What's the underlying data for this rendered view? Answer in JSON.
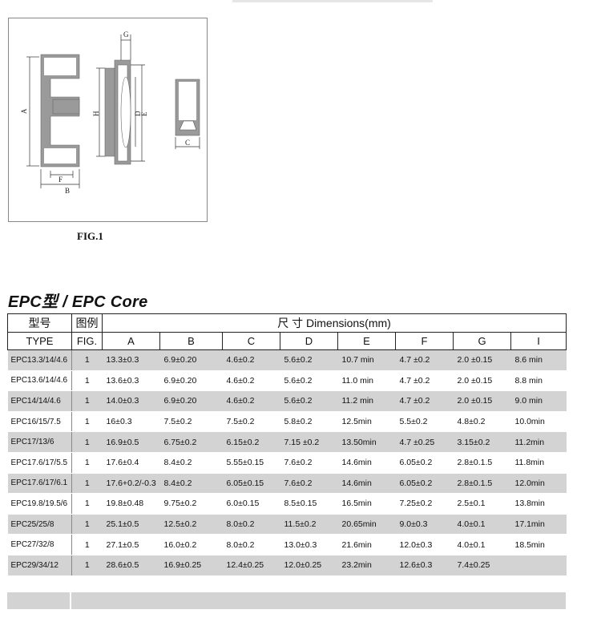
{
  "figure": {
    "caption": "FIG.1",
    "labels": {
      "a": "A",
      "b": "B",
      "c": "C",
      "d": "D",
      "e": "E",
      "f": "F",
      "g": "G",
      "h": "H"
    }
  },
  "section_title": "EPC型 / EPC Core",
  "table": {
    "header": {
      "type_cn": "型号",
      "type_en": "TYPE",
      "fig_cn": "图例",
      "fig_en": "FIG.",
      "dimensions": "尺 寸 Dimensions(mm)",
      "cols": [
        "A",
        "B",
        "C",
        "D",
        "E",
        "F",
        "G",
        "I"
      ]
    },
    "rows": [
      {
        "type": "EPC13.3/14/4.6",
        "fig": "1",
        "vals": [
          "13.3±0.3",
          "6.9±0.20",
          "4.6±0.2",
          "5.6±0.2",
          "10.7  min",
          "4.7 ±0.2",
          "2.0 ±0.15",
          "8.6 min"
        ]
      },
      {
        "type": "EPC13.6/14/4.6",
        "fig": "1",
        "vals": [
          "13.6±0.3",
          "6.9±0.20",
          "4.6±0.2",
          "5.6±0.2",
          "11.0  min",
          "4.7 ±0.2",
          "2.0 ±0.15",
          "8.8 min"
        ]
      },
      {
        "type": "EPC14/14/4.6",
        "fig": "1",
        "vals": [
          "14.0±0.3",
          "6.9±0.20",
          "4.6±0.2",
          "5.6±0.2",
          "11.2  min",
          "4.7 ±0.2",
          "2.0 ±0.15",
          "9.0 min"
        ]
      },
      {
        "type": "EPC16/15/7.5",
        "fig": "1",
        "vals": [
          "16±0.3",
          "7.5±0.2",
          "7.5±0.2",
          "5.8±0.2",
          "12.5min",
          "5.5±0.2",
          "4.8±0.2",
          "10.0min"
        ]
      },
      {
        "type": "EPC17/13/6",
        "fig": "1",
        "vals": [
          "16.9±0.5",
          "6.75±0.2",
          "6.15±0.2",
          "7.15 ±0.2",
          "13.50min",
          "4.7 ±0.25",
          "3.15±0.2",
          "11.2min"
        ]
      },
      {
        "type": "EPC17.6/17/5.5",
        "fig": "1",
        "vals": [
          "17.6±0.4",
          "8.4±0.2",
          "5.55±0.15",
          "7.6±0.2",
          "14.6min",
          "6.05±0.2",
          "2.8±0.1.5",
          "11.8min"
        ]
      },
      {
        "type": "EPC17.6/17/6.1",
        "fig": "1",
        "vals": [
          "17.6+0.2/-0.3",
          "8.4±0.2",
          "6.05±0.15",
          "7.6±0.2",
          "14.6min",
          "6.05±0.2",
          "2.8±0.1.5",
          "12.0min"
        ]
      },
      {
        "type": "EPC19.8/19.5/6",
        "fig": "1",
        "vals": [
          "19.8±0.48",
          "9.75±0.2",
          "6.0±0.15",
          "8.5±0.15",
          "16.5min",
          "7.25±0.2",
          "2.5±0.1",
          "13.8min"
        ]
      },
      {
        "type": "EPC25/25/8",
        "fig": "1",
        "vals": [
          "25.1±0.5",
          "12.5±0.2",
          "8.0±0.2",
          "11.5±0.2",
          "20.65min",
          "9.0±0.3",
          "4.0±0.1",
          "17.1min"
        ]
      },
      {
        "type": "EPC27/32/8",
        "fig": "1",
        "vals": [
          "27.1±0.5",
          "16.0±0.2",
          "8.0±0.2",
          "13.0±0.3",
          "21.6min",
          "12.0±0.3",
          "4.0±0.1",
          "18.5min"
        ]
      },
      {
        "type": "EPC29/34/12",
        "fig": "1",
        "vals": [
          "28.6±0.5",
          "16.9±0.25",
          "12.4±0.25",
          "12.0±0.25",
          "23.2min",
          "12.6±0.3",
          "7.4±0.25",
          ""
        ]
      }
    ]
  }
}
